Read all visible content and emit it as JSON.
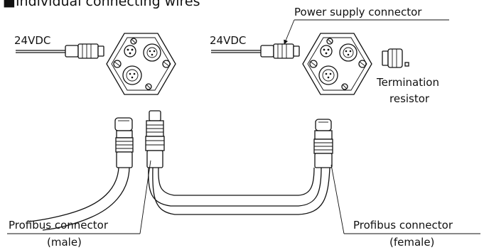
{
  "section_title": "■Individual connecting wires",
  "labels": {
    "voltage_left": "24VDC",
    "voltage_right": "24VDC",
    "power_supply_connector": "Power supply connector",
    "termination_line1": "Termination",
    "termination_line2": "resistor",
    "profibus_male_line1": "Profibus connector",
    "profibus_male_line2": "(male)",
    "profibus_female_line1": "Profibus connector",
    "profibus_female_line2": "(female)"
  }
}
